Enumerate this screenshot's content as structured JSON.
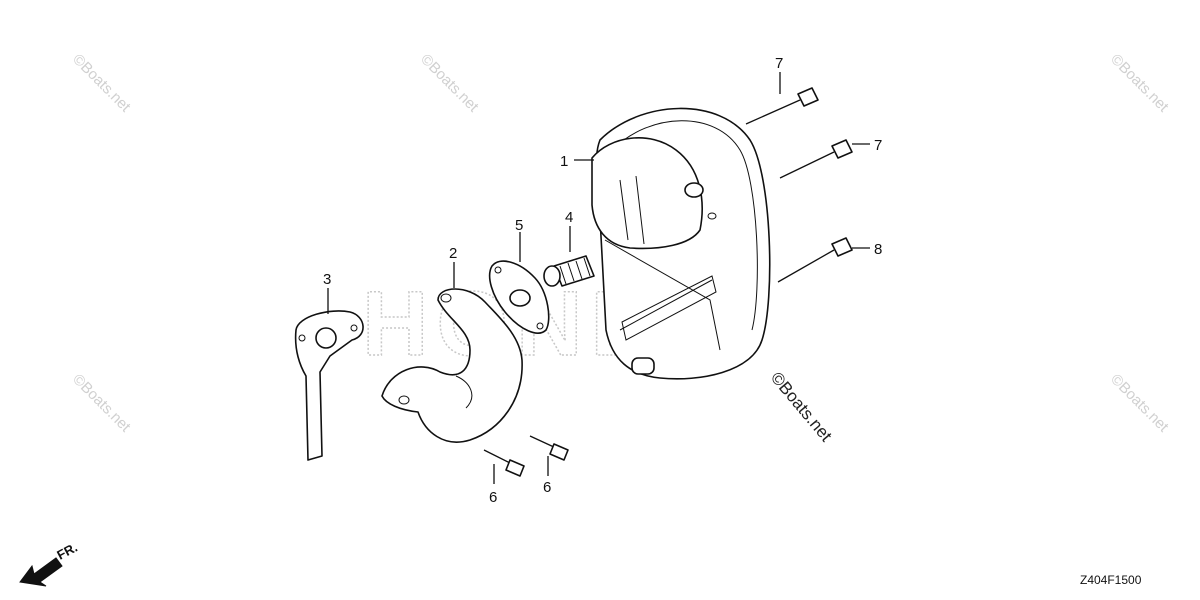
{
  "watermark": {
    "site": "©Boats.net",
    "brand": "HONDA"
  },
  "callouts": [
    {
      "id": "muffler",
      "label": "1"
    },
    {
      "id": "protector",
      "label": "2"
    },
    {
      "id": "stay",
      "label": "3"
    },
    {
      "id": "arrester",
      "label": "4"
    },
    {
      "id": "gasket",
      "label": "5"
    },
    {
      "id": "bolt-left",
      "label": "6"
    },
    {
      "id": "bolt-right",
      "label": "6"
    },
    {
      "id": "bolt-top",
      "label": "7"
    },
    {
      "id": "bolt-mid",
      "label": "7"
    },
    {
      "id": "bolt-long",
      "label": "8"
    }
  ],
  "direction": {
    "label": "FR."
  },
  "diagram_code": "Z404F1500",
  "colors": {
    "ink": "#111111",
    "watermark": "#d0d0d0",
    "background": "#ffffff"
  }
}
